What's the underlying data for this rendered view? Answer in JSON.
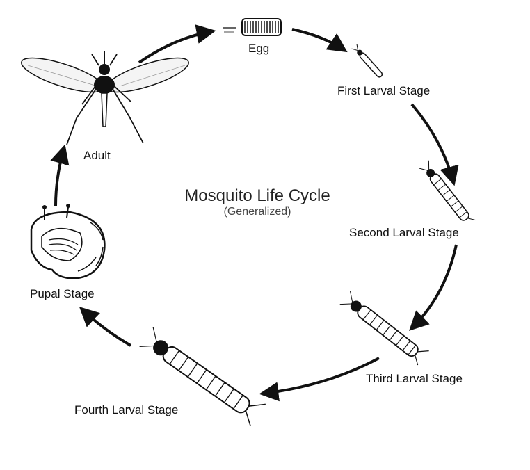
{
  "diagram": {
    "title": "Mosquito Life Cycle",
    "subtitle": "(Generalized)",
    "stages": {
      "egg": "Egg",
      "first_larval": "First Larval Stage",
      "second_larval": "Second Larval Stage",
      "third_larval": "Third Larval Stage",
      "fourth_larval": "Fourth Larval Stage",
      "pupal": "Pupal Stage",
      "adult": "Adult"
    },
    "colors": {
      "ink": "#111111",
      "body": "#ffffff"
    }
  }
}
